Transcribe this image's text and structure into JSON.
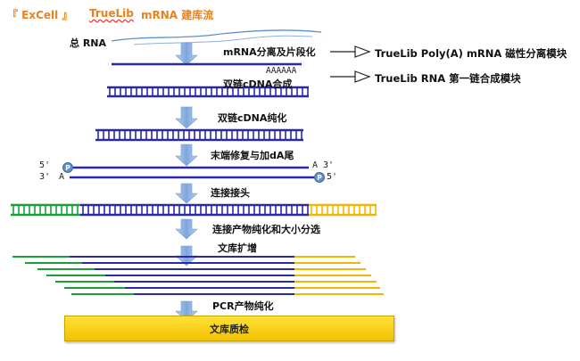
{
  "title": {
    "part1": "『 ExCell 』",
    "part2": "TrueLib",
    "part3": "mRNA 建库流"
  },
  "labels": {
    "total_rna": "总 RNA",
    "polya": "AAAAAA",
    "step_fragment": "mRNA分离及片段化",
    "step_ds_synthesis": "双链cDNA合成",
    "step_ds_purify": "双链cDNA纯化",
    "step_end_repair": "末端修复与加dA尾",
    "step_ligation": "连接接头",
    "step_ligation_purify": "连接产物纯化和大小分选",
    "step_amplify": "文库扩增",
    "step_pcr_purify": "PCR产物纯化",
    "step_qc": "文库质检"
  },
  "modules": {
    "polya_module": "TrueLib Poly(A) mRNA 磁性分离模块",
    "rna_module": "TrueLib RNA 第一链合成模块"
  },
  "ends": {
    "left_top": "5'",
    "left_bottom": "3'",
    "left_a": "A",
    "right_top": "3'",
    "right_a": "A",
    "right_bottom": "5'",
    "phosphate": "P"
  },
  "colors": {
    "title": "#e8821e",
    "cdna_strand": "#2a2aa8",
    "adapter_left": "#1aa038",
    "adapter_right": "#f0b800",
    "arrow": "#8fb4e3",
    "qc_box": "#f7d21a",
    "rna_wave": "#5f8fcf"
  }
}
